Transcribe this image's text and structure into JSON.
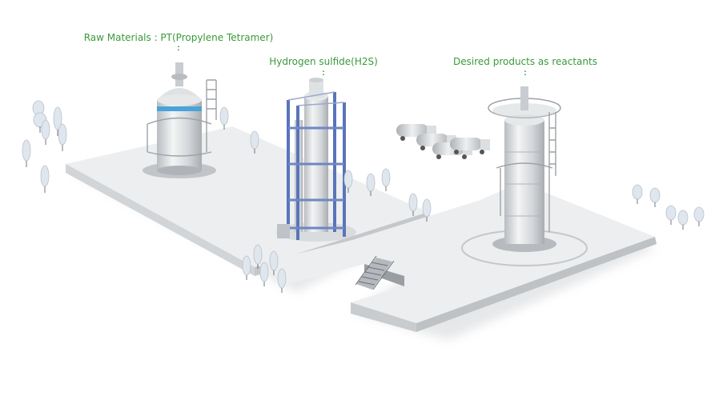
{
  "labels": {
    "raw_materials": "Raw Materials : PT(Propylene Tetramer)",
    "h2s": "Hydrogen sulfide(H2S)",
    "products": "Desired products as reactants"
  },
  "colors": {
    "label_green": "#3a9a3a",
    "platform": "#eceeef",
    "platform_side": "#c9cccf",
    "steel_blue": "#5a74b8",
    "tank": "#d9dcdf",
    "accent_band": "#4aa3d8"
  }
}
